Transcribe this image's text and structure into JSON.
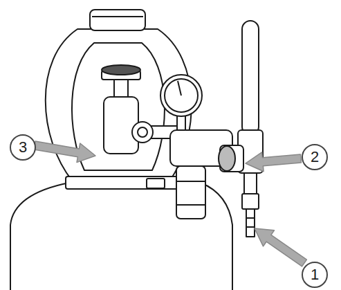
{
  "diagram": {
    "nodes": [
      {
        "text": [
          "3"
        ]
      },
      {
        "text": [
          "2"
        ]
      },
      {
        "text": [
          "1"
        ]
      }
    ]
  }
}
